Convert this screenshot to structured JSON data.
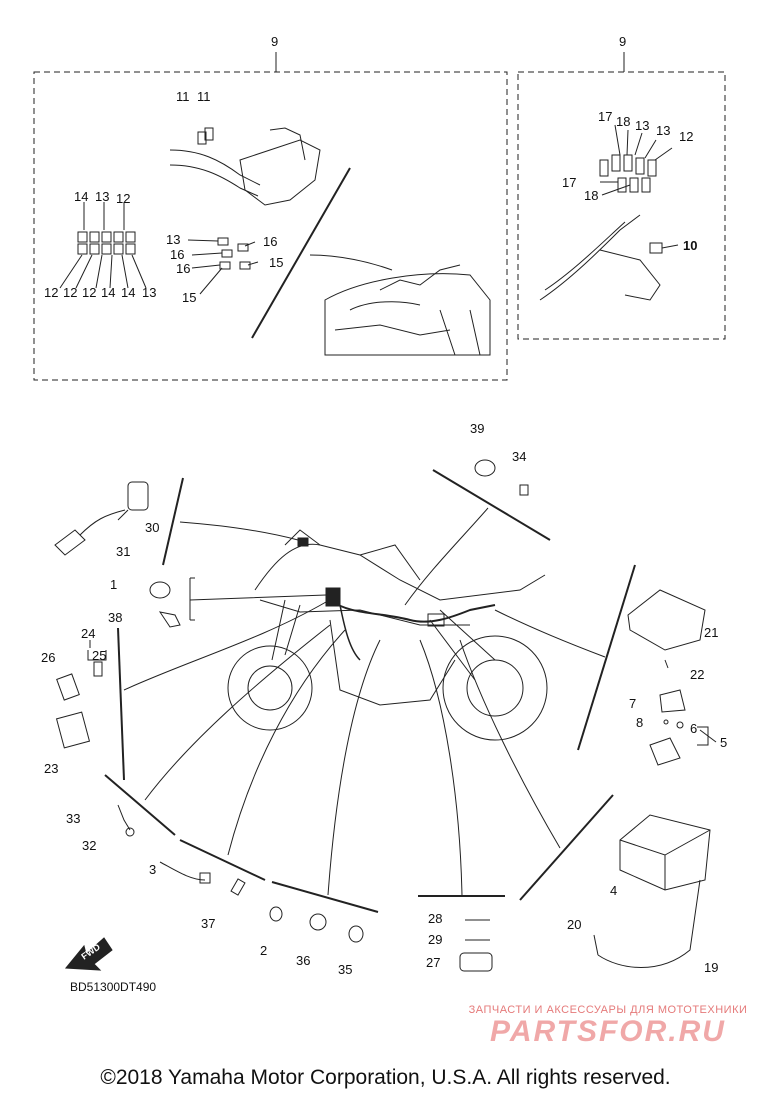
{
  "diagram": {
    "callouts": {
      "group_left": "9",
      "group_right": "9",
      "c1": "1",
      "c2": "2",
      "c3": "3",
      "c4": "4",
      "c5": "5",
      "c6": "6",
      "c7": "7",
      "c8": "8",
      "c10": "10",
      "c11a": "11",
      "c11b": "11",
      "c12_top": "12",
      "c13_top": "13",
      "c14_top": "14",
      "c12_b1": "12",
      "c12_b2": "12",
      "c12_b3": "12",
      "c14_b1": "14",
      "c14_b2": "14",
      "c13_b": "13",
      "c13_mid": "13",
      "c16_a": "16",
      "c16_b": "16",
      "c16_c": "16",
      "c15_a": "15",
      "c15_b": "15",
      "c17_a": "17",
      "c18_a": "18",
      "c13_r1": "13",
      "c13_r2": "13",
      "c12_r": "12",
      "c17_b": "17",
      "c18_b": "18",
      "c19": "19",
      "c20": "20",
      "c21": "21",
      "c22": "22",
      "c23": "23",
      "c24": "24",
      "c25": "25",
      "c26": "26",
      "c27": "27",
      "c28": "28",
      "c29": "29",
      "c30": "30",
      "c31": "31",
      "c32": "32",
      "c33": "33",
      "c34": "34",
      "c35": "35",
      "c36": "36",
      "c37": "37",
      "c38": "38",
      "c39": "39"
    },
    "fwd_label": "FWD",
    "reference_code": "BD51300DT490"
  },
  "watermark": {
    "tagline": "ЗАПЧАСТИ И АКСЕССУАРЫ ДЛЯ МОТОТЕХНИКИ",
    "logo": "PARTSFOR.RU"
  },
  "footer": {
    "copyright": "©2018 Yamaha Motor Corporation, U.S.A. All rights reserved."
  }
}
